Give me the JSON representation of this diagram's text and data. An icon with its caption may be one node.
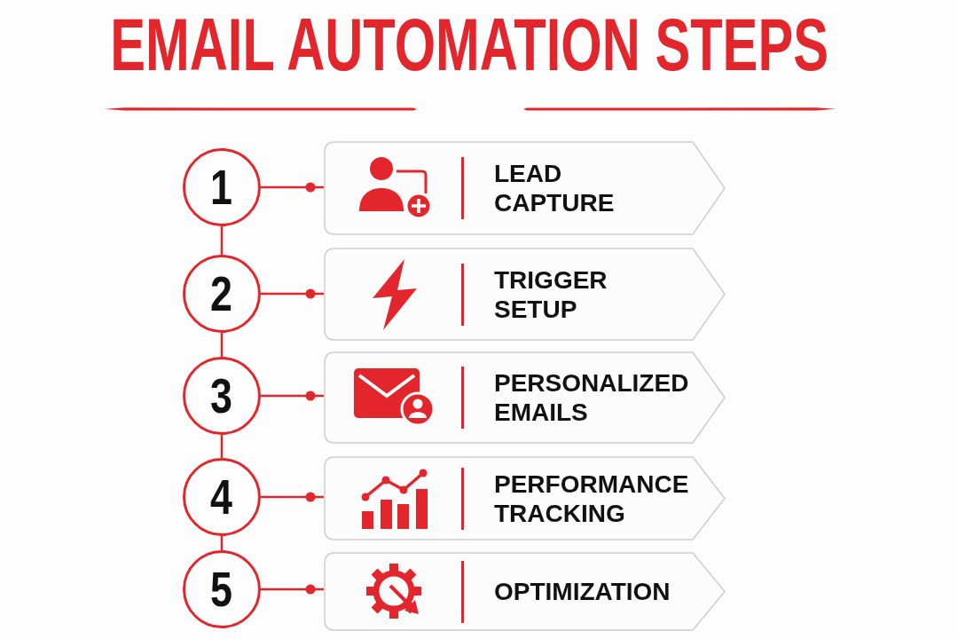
{
  "diagram": {
    "title": "EMAIL AUTOMATION STEPS",
    "nodes": [
      {
        "text": [
          "1"
        ]
      },
      {
        "text": [
          "LEAD CAPTURE"
        ]
      },
      {
        "text": [
          "2"
        ]
      },
      {
        "text": [
          "TRIGGER SETUP"
        ]
      },
      {
        "text": [
          "3"
        ]
      },
      {
        "text": [
          "PERSONALIZED EMAILS"
        ]
      },
      {
        "text": [
          "4"
        ]
      },
      {
        "text": [
          "PERFORMANCE TRACKING"
        ]
      },
      {
        "text": [
          "5"
        ]
      },
      {
        "text": [
          "OPTIMIZATION"
        ]
      }
    ],
    "edges": [
      {
        "from": 0,
        "to": 1,
        "arrow": "other"
      },
      {
        "from": 2,
        "to": 3,
        "arrow": "other"
      },
      {
        "from": 4,
        "to": 5,
        "arrow": "other"
      },
      {
        "from": 6,
        "to": 7,
        "arrow": "other"
      },
      {
        "from": 8,
        "to": 9,
        "arrow": "other"
      },
      {
        "from": 0,
        "to": 2,
        "arrow": "none"
      },
      {
        "from": 2,
        "to": 4,
        "arrow": "none"
      },
      {
        "from": 4,
        "to": 6,
        "arrow": "none"
      },
      {
        "from": 6,
        "to": 8,
        "arrow": "none"
      }
    ]
  }
}
